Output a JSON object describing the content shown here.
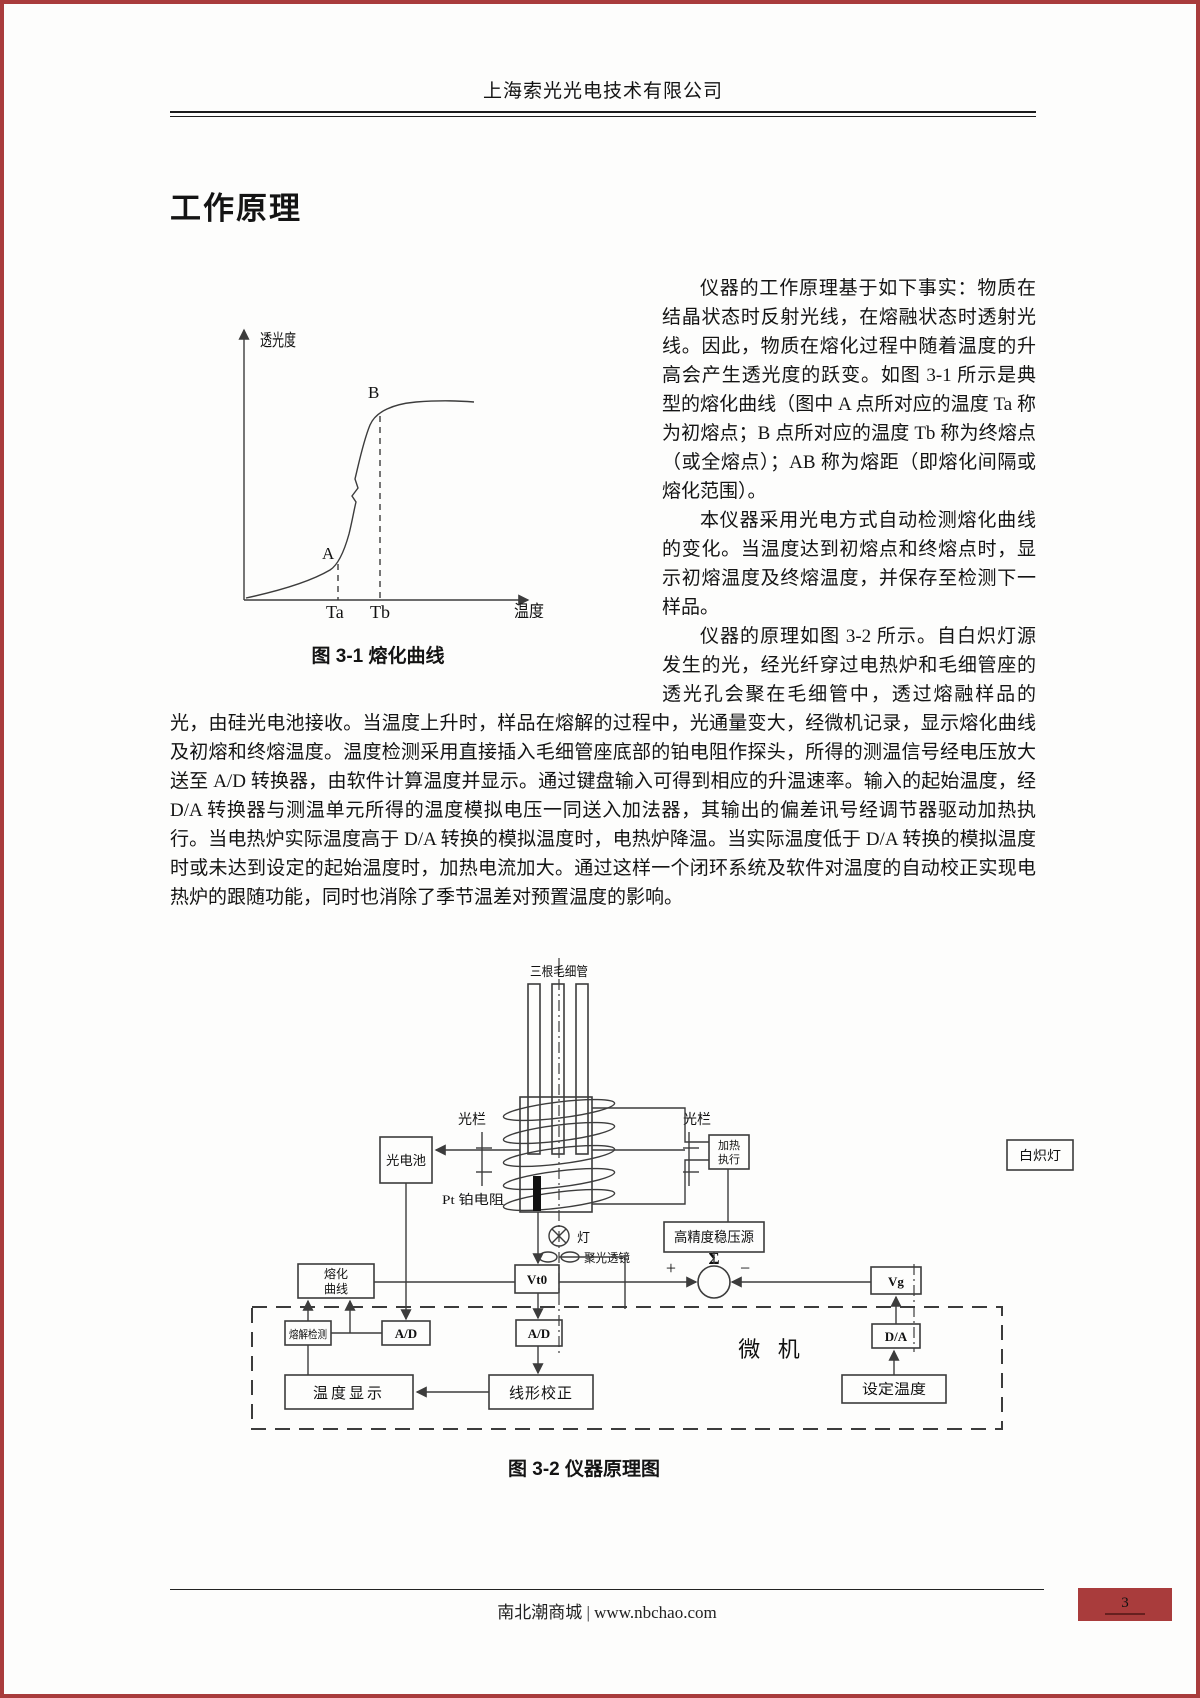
{
  "header": {
    "company": "上海索光光电技术有限公司"
  },
  "title": "工作原理",
  "body": {
    "p1": "仪器的工作原理基于如下事实：物质在结晶状态时反射光线，在熔融状态时透射光线。因此，物质在熔化过程中随着温度的升高会产生透光度的跃变。如图 3-1 所示是典型的熔化曲线（图中 A 点所对应的温度 Ta 称为初熔点；B 点所对应的温度 Tb 称为终熔点（或全熔点）；AB 称为熔距（即熔化间隔或熔化范围）。",
    "p2": "本仪器采用光电方式自动检测熔化曲线的变化。当温度达到初熔点和终熔点时，显示初熔温度及终熔温度，并保存至检测下一样品。",
    "p3": "仪器的原理如图 3-2 所示。自白炽灯源发生的光，经光纤穿过电热炉和毛细管座的透光孔会聚在毛细管中，透过熔融样品的光，由硅光电池接收。当温度上升时，样品在熔解的过程中，光通量变大，经微机记录，显示熔化曲线及初熔和终熔温度。温度检测采用直接插入毛细管座底部的铂电阻作探头，所得的测温信号经电压放大送至 A/D 转换器，由软件计算温度并显示。通过键盘输入可得到相应的升温速率。输入的起始温度，经 D/A 转换器与测温单元所得的温度模拟电压一同送入加法器，其输出的偏差讯号经调节器驱动加热执行。当电热炉实际温度高于 D/A 转换的模拟温度时，电热炉降温。当实际温度低于 D/A 转换的模拟温度时或未达到设定的起始温度时，加热电流加大。通过这样一个闭环系统及软件对温度的自动校正实现电热炉的跟随功能，同时也消除了季节温差对预置温度的影响。"
  },
  "fig31": {
    "caption": "图  3-1 熔化曲线",
    "y_axis": "透光度",
    "x_axis": "温度",
    "point_a": "A",
    "point_b": "B",
    "tick_a": "Ta",
    "tick_b": "Tb"
  },
  "fig32": {
    "caption": "图  3-2 仪器原理图",
    "labels": {
      "capillaries": "三根毛细管",
      "aperture_left": "光栏",
      "aperture_right": "光栏",
      "photocell": "光电池",
      "pt_probe": "Pt 铂电阻",
      "lamp": "灯",
      "lens": "聚光透镜",
      "heater_exec_1": "加热",
      "heater_exec_2": "执行",
      "incandescent_lamp": "白炽灯",
      "regulator": "高精度稳压源",
      "sigma": "Σ",
      "plus": "+",
      "minus": "−",
      "vt0": "Vt0",
      "vg": "Vg",
      "ad_left": "A/D",
      "ad_right": "A/D",
      "da": "D/A",
      "melt_curve_1": "熔化",
      "melt_curve_2": "曲线",
      "melt_detect": "熔解检测",
      "temp_display": "温度显示",
      "linear_corr": "线形校正",
      "set_temp": "设定温度",
      "computer": "微 机"
    }
  },
  "footer": {
    "site": "南北潮商城 | www.nbchao.com",
    "page_number": "3"
  },
  "colors": {
    "frame_red": "#a93c3c",
    "line_dark": "#3c3c3c"
  }
}
